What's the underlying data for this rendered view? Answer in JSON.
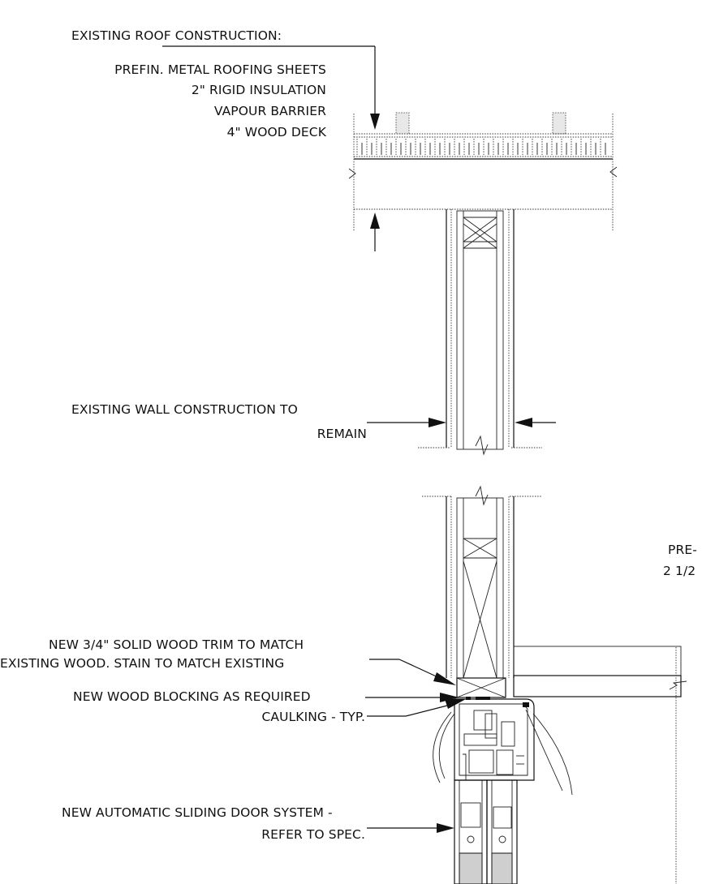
{
  "notes": {
    "roof_title": "EXISTING ROOF CONSTRUCTION:",
    "roof_items": [
      "PREFIN. METAL ROOFING SHEETS",
      "2\" RIGID INSULATION",
      "VAPOUR BARRIER",
      "4\" WOOD DECK"
    ],
    "wall_line1": "EXISTING WALL CONSTRUCTION TO",
    "wall_line2": "REMAIN",
    "pre_line1": "PRE-",
    "pre_line2": "2 1/2",
    "trim_line1": "NEW 3/4\" SOLID WOOD TRIM TO MATCH",
    "trim_line2": "EXISTING WOOD. STAIN TO MATCH EXISTING",
    "blocking": "NEW WOOD BLOCKING AS REQUIRED",
    "caulking": "CAULKING - TYP.",
    "door_line1": "NEW AUTOMATIC SLIDING DOOR SYSTEM -",
    "door_line2": "REFER TO SPEC."
  }
}
